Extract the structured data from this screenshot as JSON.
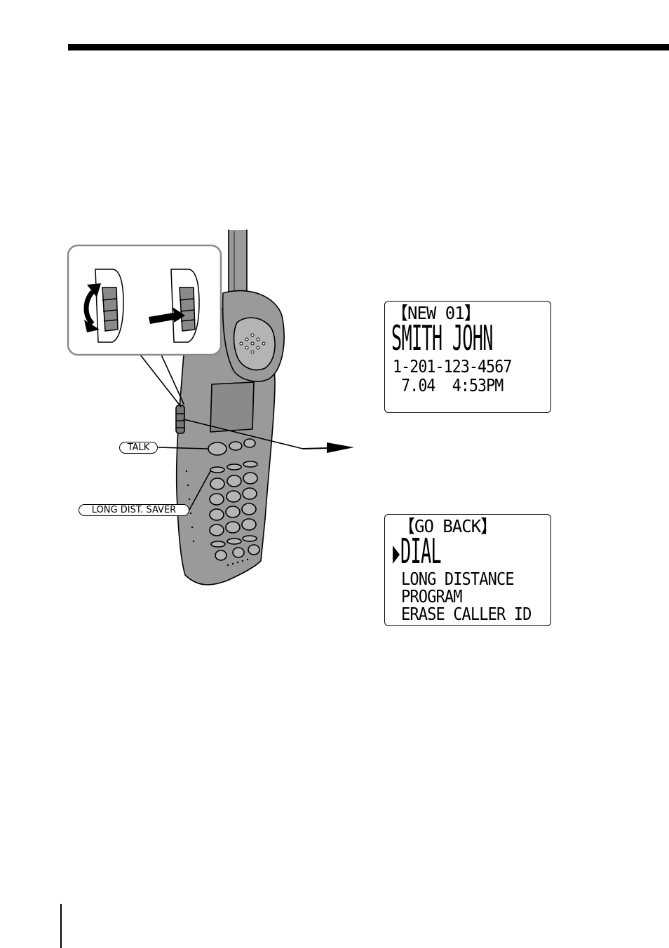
{
  "labels": {
    "talk": "TALK",
    "long_dist_saver": "LONG DIST. SAVER"
  },
  "lcd_caller": {
    "line1": "【NEW  01】",
    "line2": "SMITH JOHN",
    "line3": "1-201-123-4567",
    "line4": " 7.04  4:53PM"
  },
  "lcd_menu": {
    "line1": "【GO BACK】",
    "line2": "DIAL",
    "line3": "LONG DISTANCE",
    "line4": "PROGRAM",
    "line5": "ERASE CALLER ID"
  }
}
